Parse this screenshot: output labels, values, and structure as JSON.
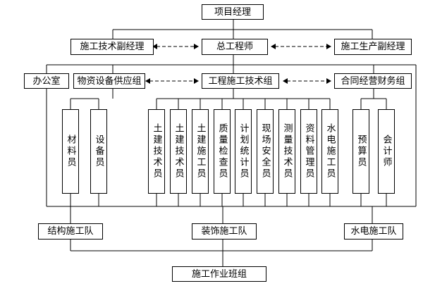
{
  "chart": {
    "top": "项目经理",
    "tech_deputy": "施工技术副经理",
    "chief_engineer": "总工程师",
    "production_deputy": "施工生产副经理",
    "office": "办公室",
    "supply_group": "物资设备供应组",
    "tech_group": "工程施工技术组",
    "contract_group": "合同经营财务组",
    "supply_staff": [
      "材料员",
      "设备员"
    ],
    "tech_staff": [
      "土建技术员",
      "土建技术员",
      "土建施工员",
      "质量检查员",
      "计划统计员",
      "现场安全员",
      "测量技术员",
      "资料管理员",
      "水电施工员"
    ],
    "finance_staff": [
      "预算员",
      "会计师"
    ],
    "team_structure": "结构施工队",
    "team_decoration": "装饰施工队",
    "team_mep": "水电施工队",
    "bottom": "施工作业班组"
  }
}
